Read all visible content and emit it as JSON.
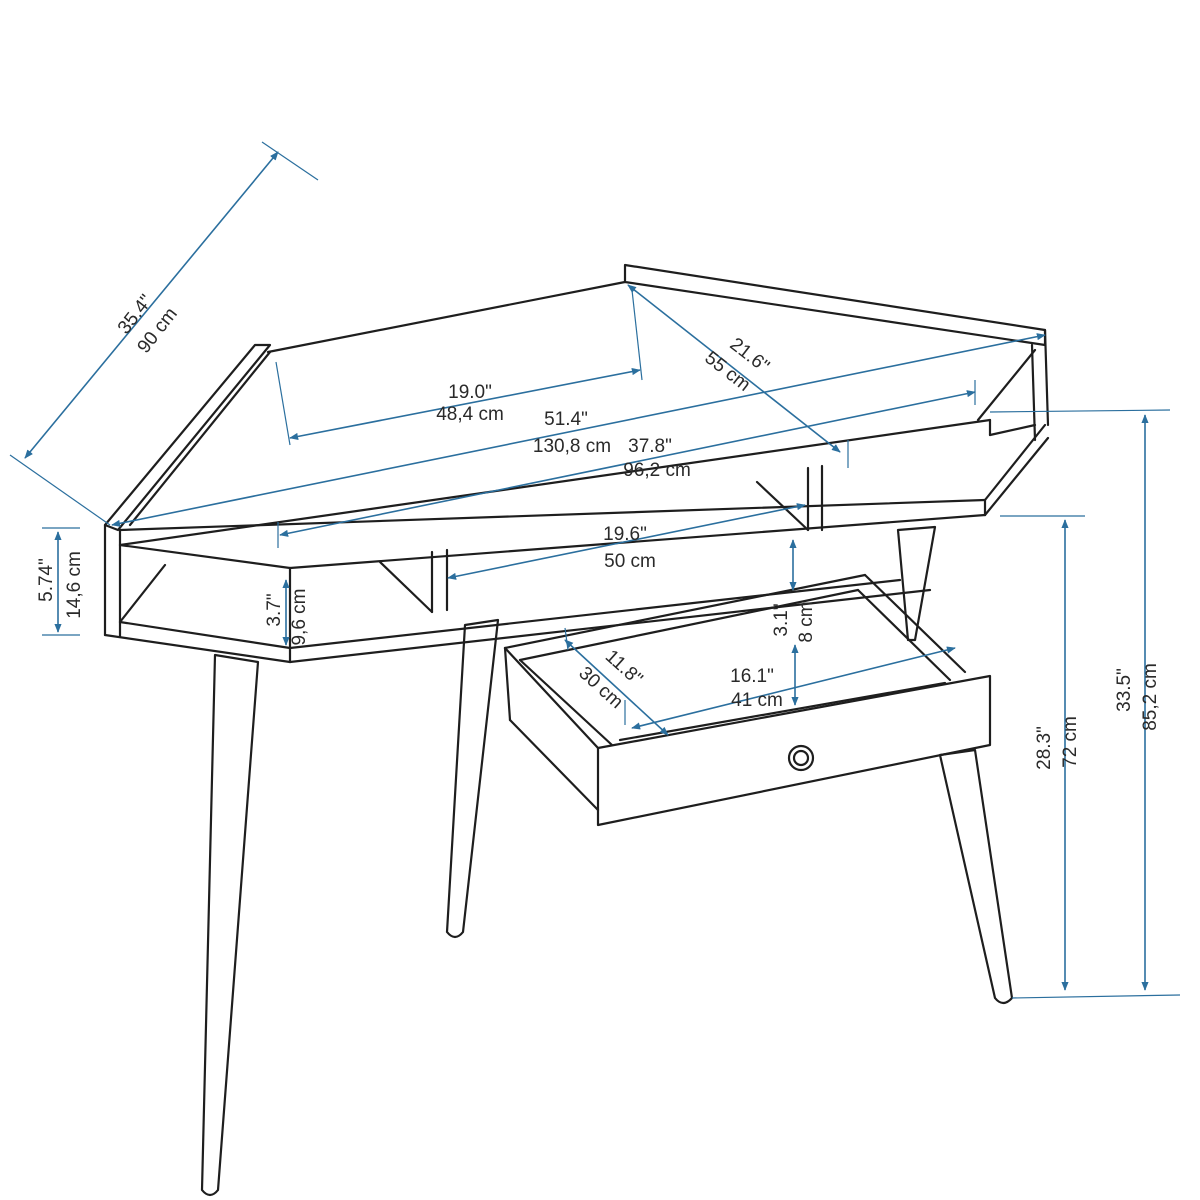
{
  "dimensions": {
    "depth_diag": {
      "in": "35.4\"",
      "cm": "90 cm"
    },
    "shelf_depth": {
      "in": "21.6\"",
      "cm": "55 cm"
    },
    "inner_width": {
      "in": "19.0\"",
      "cm": "48,4 cm"
    },
    "total_width": {
      "in": "51.4\"",
      "cm": "130,8 cm"
    },
    "top_width": {
      "in": "37.8\"",
      "cm": "96,2 cm"
    },
    "lower_shelf_width": {
      "in": "19.6\"",
      "cm": "50 cm"
    },
    "side_height": {
      "in": "5.74\"",
      "cm": "14,6 cm"
    },
    "shelf_gap": {
      "in": "3.7\"",
      "cm": "9,6 cm"
    },
    "drawer_depth_gap": {
      "in": "3.1\"",
      "cm": "8 cm"
    },
    "drawer_depth": {
      "in": "11.8\"",
      "cm": "30 cm"
    },
    "drawer_width": {
      "in": "16.1\"",
      "cm": "41 cm"
    },
    "table_height": {
      "in": "28.3\"",
      "cm": "72 cm"
    },
    "total_height": {
      "in": "33.5\"",
      "cm": "85,2 cm"
    }
  },
  "colors": {
    "line": "#1e1e1e",
    "dimension": "#2b6f9e"
  },
  "icons": {
    "knob": "round-knob-icon"
  }
}
